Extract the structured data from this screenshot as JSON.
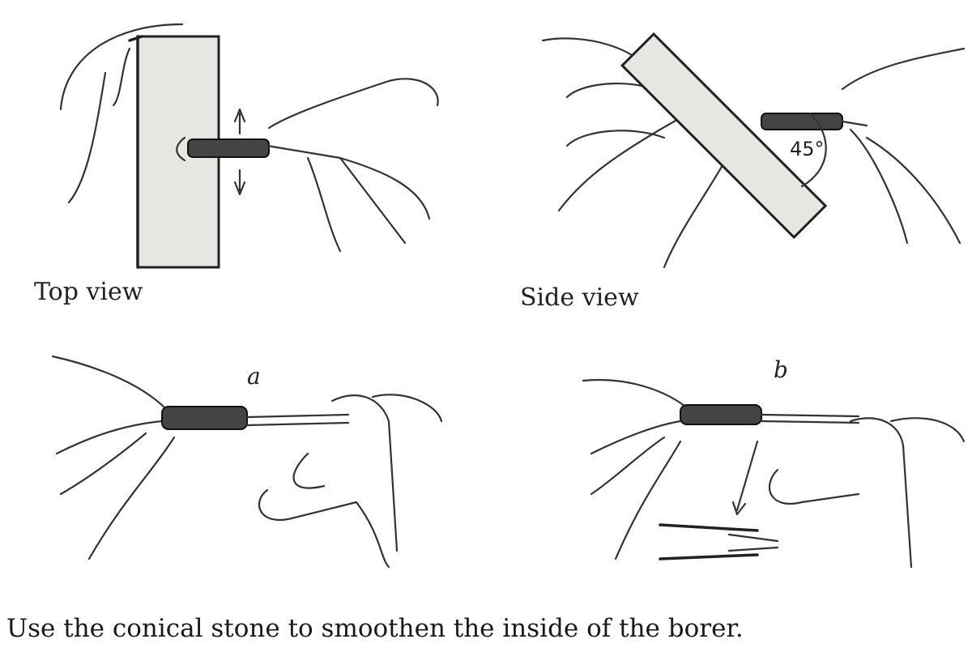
{
  "labels": {
    "top_view": "Top view",
    "side_view": "Side view",
    "panel_a": "a",
    "panel_b": "b",
    "angle": "45°"
  },
  "caption": "Use the conical stone to smoothen the inside of the borer.",
  "colors": {
    "ink": "#222222",
    "background": "#ffffff",
    "stone": "#e8e6e2"
  }
}
